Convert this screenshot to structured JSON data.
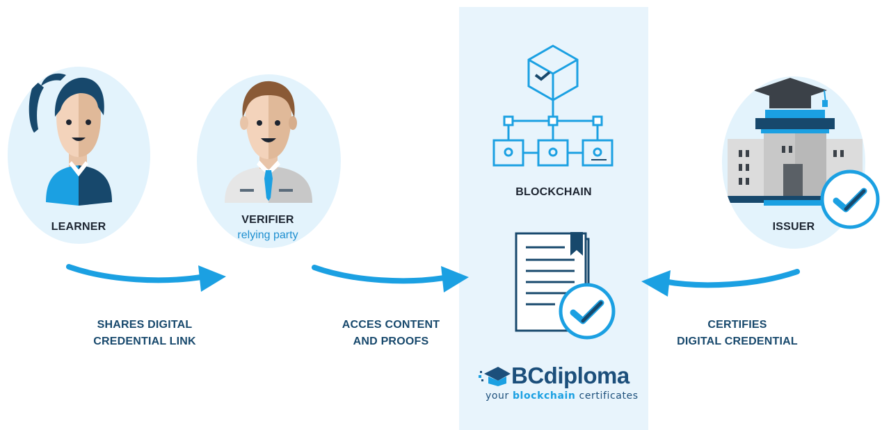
{
  "actors": {
    "learner": {
      "label": "LEARNER"
    },
    "verifier": {
      "label": "VERIFIER",
      "sublabel": "relying party"
    },
    "issuer": {
      "label": "ISSUER"
    },
    "blockchain": {
      "label": "BLOCKCHAIN"
    }
  },
  "flows": {
    "share": {
      "line1": "SHARES DIGITAL",
      "line2": "CREDENTIAL LINK"
    },
    "access": {
      "line1": "ACCES CONTENT",
      "line2": "AND PROOFS"
    },
    "certify": {
      "line1": "CERTIFIES",
      "line2": "DIGITAL CREDENTIAL"
    }
  },
  "brand": {
    "name_part1": "BC",
    "name_part2": "diploma",
    "tagline_part1": "your ",
    "tagline_part2": "blockchain",
    "tagline_part3": " certificates"
  },
  "colors": {
    "accent": "#1ba0e2",
    "dark_navy": "#17486c",
    "panel": "#e8f4fc",
    "circle_bg": "#e3f3fc"
  },
  "icons": [
    "learner-avatar",
    "verifier-avatar",
    "blockchain-network-icon",
    "certificate-document-icon",
    "university-building-icon",
    "check-badge-icon",
    "graduation-cap-icon",
    "bcdiploma-logo-icon"
  ]
}
